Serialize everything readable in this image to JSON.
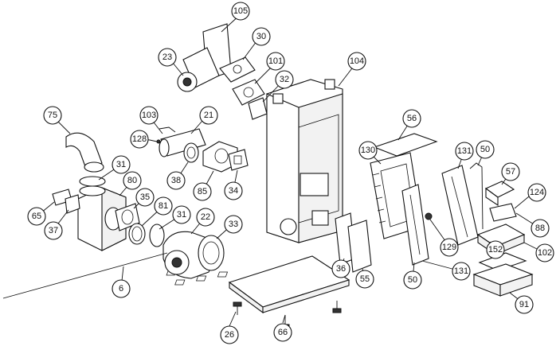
{
  "labels": [
    "105",
    "30",
    "23",
    "101",
    "32",
    "104",
    "75",
    "103",
    "21",
    "128",
    "38",
    "85",
    "34",
    "56",
    "130",
    "131",
    "50",
    "57",
    "124",
    "31",
    "80",
    "35",
    "65",
    "37",
    "81",
    "22",
    "33",
    "36",
    "55",
    "129",
    "88",
    "152",
    "102",
    "6",
    "26",
    "66",
    "91"
  ]
}
